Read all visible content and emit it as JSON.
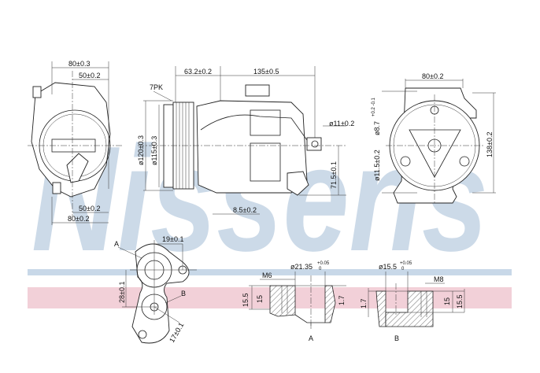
{
  "watermark": "Nissens",
  "colors": {
    "watermark": "#c4d4e4",
    "stripe_blue": "#c8d8e8",
    "stripe_pink": "#f2d0d8",
    "line": "#222222"
  },
  "side_view": {
    "top_width": "80±0.3",
    "top_offset": "50±0.2",
    "bottom_offset": "50±0.2",
    "bottom_width": "80±0.2"
  },
  "front_view": {
    "pulley_offset": "63.2±0.2",
    "length": "135±0.5",
    "belt": "7PK",
    "pulley_outer_dia": "ø120±0.3",
    "pulley_inner_dia": "ø115±0.3",
    "mount_hole_dia": "ø11±0.2",
    "mount_height": "71.5±0.1",
    "bottom_offset": "8.5±0.2"
  },
  "rear_view": {
    "width": "80±0.2",
    "upper_hole_dia": "ø8.7",
    "upper_hole_tol": "+0.2 -0.1",
    "lower_hole_dia": "ø11.5±0.2",
    "height": "138±0.2"
  },
  "port_flange": {
    "label_a": "A",
    "label_b": "B",
    "bolt_spacing": "19±0.1",
    "port_spacing": "28±0.1",
    "lower_bolt_spacing": "17±0.1"
  },
  "section_a": {
    "title": "A",
    "bore_dia": "ø21.35",
    "bore_tol_upper": "+0.05",
    "bore_tol_lower": "0",
    "thread": "M6",
    "total_height": "15.5",
    "thread_depth": "15",
    "step": "1.7"
  },
  "section_b": {
    "title": "B",
    "bore_dia": "ø15.5",
    "bore_tol_upper": "+0.05",
    "bore_tol_lower": "0",
    "thread": "M8",
    "step": "1.7",
    "thread_depth": "15",
    "total_height": "15.5"
  }
}
